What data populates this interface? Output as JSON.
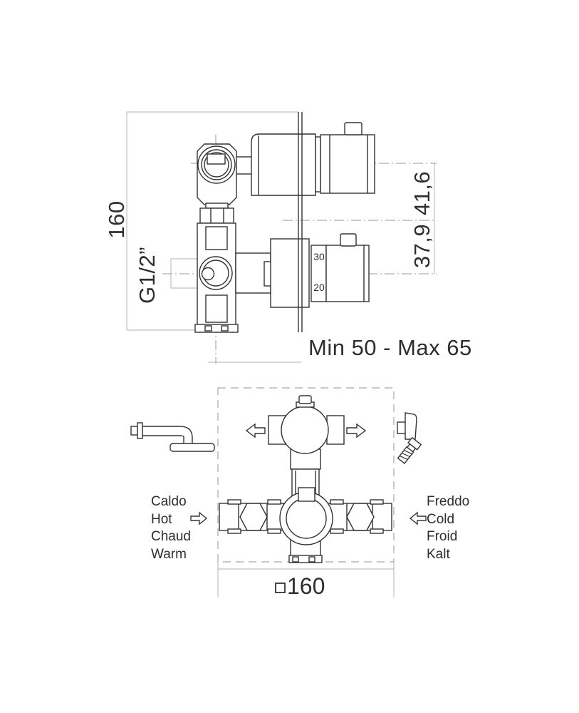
{
  "side_view": {
    "dim_height": "160",
    "thread_label": "G1/2”",
    "dim_knob_upper": "41,6",
    "dim_knob_lower": "37,9",
    "depth_range": "Min 50 - Max 65",
    "temp_scale": {
      "upper": "30",
      "lower": "20"
    }
  },
  "front_view": {
    "size_value": "160",
    "hot_labels": [
      "Caldo",
      "Hot",
      "Chaud",
      "Warm"
    ],
    "cold_labels": [
      "Freddo",
      "Cold",
      "Froid",
      "Kalt"
    ]
  },
  "icons": {
    "left": "overhead-shower-icon",
    "right": "hand-shower-icon",
    "outlet_arrows": "flow-direction-arrows",
    "plate_symbol": "square-symbol"
  },
  "colors": {
    "line": "#333333",
    "construction": "#b3b3b3",
    "text": "#2e2e2e"
  }
}
